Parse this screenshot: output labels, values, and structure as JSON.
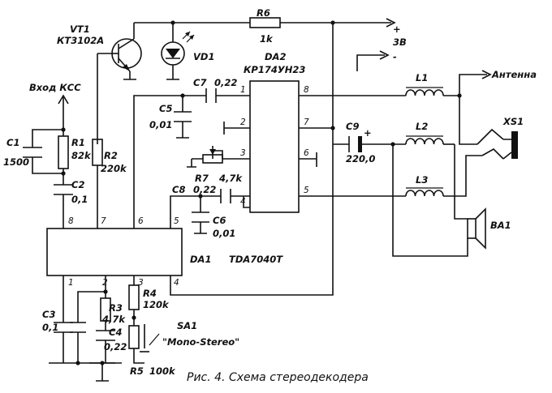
{
  "diagram": {
    "caption": "Рис. 4. Схема стереодекодера",
    "input_label": "Вход КСС",
    "antenna_label": "Антенна",
    "supply_voltage": "3В",
    "supply_plus": "+",
    "supply_minus": "-",
    "switch_note": "\"Mono-Stereo\"",
    "components": {
      "vt1": {
        "ref": "VT1",
        "value": "КТ3102А"
      },
      "vd1": {
        "ref": "VD1"
      },
      "r6": {
        "ref": "R6",
        "value": "1k"
      },
      "da2": {
        "ref": "DA2",
        "value": "КР174УН23"
      },
      "c7": {
        "ref": "C7",
        "value": "0,22"
      },
      "c5": {
        "ref": "C5",
        "value": "0,01"
      },
      "r7": {
        "ref": "R7",
        "value": "4,7k"
      },
      "c8": {
        "ref": "C8",
        "value": "0,22"
      },
      "c6": {
        "ref": "C6",
        "value": "0,01"
      },
      "c1": {
        "ref": "C1",
        "value": "1500"
      },
      "r1": {
        "ref": "R1",
        "value": "82k"
      },
      "r2": {
        "ref": "R2",
        "value": "220k"
      },
      "c2": {
        "ref": "C2",
        "value": "0,1"
      },
      "da1": {
        "ref": "DA1",
        "value": "TDA7040T"
      },
      "c3": {
        "ref": "C3",
        "value": "0,1"
      },
      "r3": {
        "ref": "R3",
        "value": "4,7k"
      },
      "c4": {
        "ref": "C4",
        "value": "0,22"
      },
      "r4": {
        "ref": "R4",
        "value": "120k"
      },
      "r5": {
        "ref": "R5",
        "value": "100k"
      },
      "sa1": {
        "ref": "SA1"
      },
      "l1": {
        "ref": "L1"
      },
      "l2": {
        "ref": "L2"
      },
      "l3": {
        "ref": "L3"
      },
      "c9": {
        "ref": "C9",
        "value": "220,0",
        "polarity": "+"
      },
      "xs1": {
        "ref": "XS1"
      },
      "ba1": {
        "ref": "BA1"
      }
    },
    "da2_pins": [
      "1",
      "2",
      "3",
      "4",
      "5",
      "6",
      "7",
      "8"
    ],
    "da1_pins": [
      "1",
      "2",
      "3",
      "4",
      "5",
      "6",
      "7",
      "8"
    ]
  }
}
